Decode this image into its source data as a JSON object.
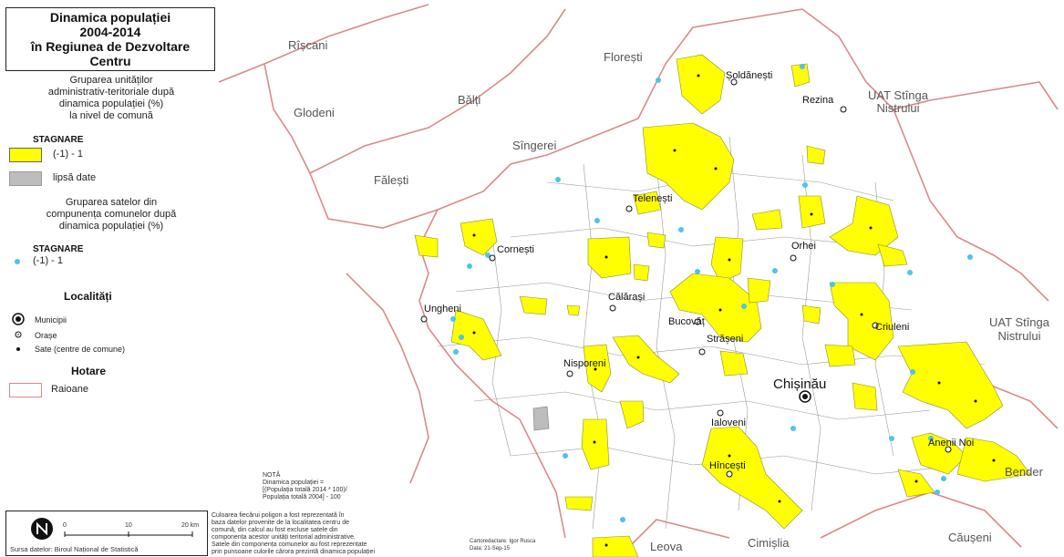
{
  "title": [
    "Dinamica populației",
    "2004-2014",
    "în Regiunea de Dezvoltare",
    "Centru"
  ],
  "legend": {
    "group1_title": [
      "Gruparea unităților",
      "administrativ-teritoriale după",
      "dinamica populației (%)",
      "la nivel de comună"
    ],
    "stagnare_label": "STAGNARE",
    "yellow_label": "(-1) - 1",
    "missing_label": "lipsă date",
    "group2_title": [
      "Gruparea satelor din",
      "compunența comunelor după",
      "dinamica populației (%)"
    ],
    "stagnare2_label": "STAGNARE",
    "dot_label": "(-1) - 1",
    "localities_title": "Localități",
    "municipii": "Municipii",
    "orase": "Orașe",
    "sate": "Sate (centre de comune)",
    "hotare_title": "Hotare",
    "raioane": "Raioane"
  },
  "colors": {
    "yellow": "#ffff00",
    "gray": "#bdbdbd",
    "cyan": "#4fc3e8",
    "border": "#d98a8a"
  },
  "regions": [
    "Rîșcani",
    "Florești",
    "Glodeni",
    "Bălți",
    "Sîngerei",
    "Fălești",
    "UAT Stînga Nistrului",
    "UAT Stînga Nistrului",
    "Leova",
    "Cimișlia",
    "Căușeni",
    "Bender"
  ],
  "towns": [
    "Șoldănești",
    "Rezina",
    "Telenești",
    "Cornești",
    "Orhei",
    "Ungheni",
    "Călărași",
    "Bucovăț",
    "Criuleni",
    "Strășeni",
    "Nisporeni",
    "Ialoveni",
    "Anenii Noi",
    "Hîncești"
  ],
  "capital": "Chișinău",
  "note": [
    "NOTĂ",
    "Dinamica populației =",
    "[(Populația totală 2014 * 100)/",
    "Populația totală 2004] - 100"
  ],
  "note2": [
    "Culoarea fiecărui poligon a fost reprezentată în",
    "baza datelor provenite de la localitatea centru de",
    "comună, din calcul au fost excluse satele din",
    "componența acestor unități teritorial administrative.",
    "Satele din componența comunelor au fost reprezentate",
    "prin punsoane culorile cărora prezintă dinamica populației"
  ],
  "credit": [
    "Cartoredactare: Igor Rusca",
    "Data: 21-Sep-15"
  ],
  "scale": {
    "ticks": [
      "0",
      "10",
      "20 km"
    ],
    "source": "Sursa datelor: Biroul Național de Statistică"
  }
}
